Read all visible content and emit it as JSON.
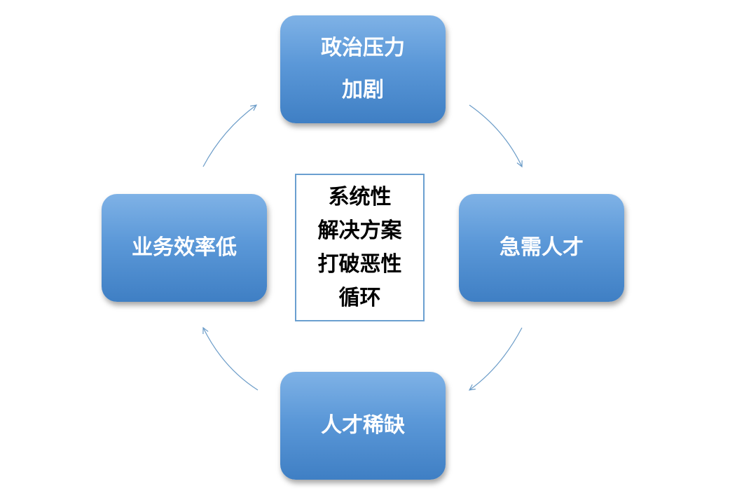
{
  "diagram": {
    "nodes": {
      "top": {
        "lines": [
          "政治压力",
          "加剧"
        ]
      },
      "right": {
        "lines": [
          "急需人才"
        ]
      },
      "bottom": {
        "lines": [
          "人才稀缺"
        ]
      },
      "left": {
        "lines": [
          "业务效率低"
        ]
      }
    },
    "center": {
      "lines": [
        "系统性",
        "解决方案",
        "打破恶性",
        "循环"
      ]
    },
    "colors": {
      "node_fill_top": "#7fb2e6",
      "node_fill_bottom": "#3f7fc4",
      "node_text": "#ffffff",
      "arrow": "#6b9cc8",
      "center_border": "#6a9fd0",
      "center_text": "#000000"
    }
  }
}
